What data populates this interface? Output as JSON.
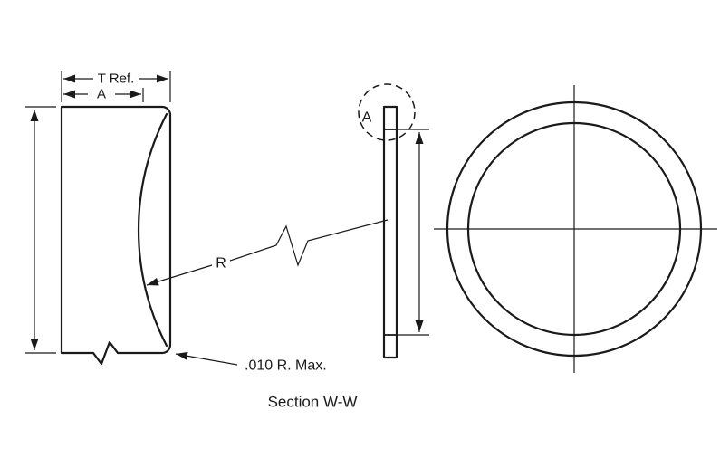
{
  "drawing": {
    "caption": "Section W-W",
    "labels": {
      "thickness_ref": "T Ref.",
      "dimension_a": "A",
      "radius": "R",
      "corner_radius_note": ".010 R. Max.",
      "detail_callout": "A"
    },
    "colors": {
      "line": "#1a1a1a",
      "background": "#ffffff"
    }
  }
}
